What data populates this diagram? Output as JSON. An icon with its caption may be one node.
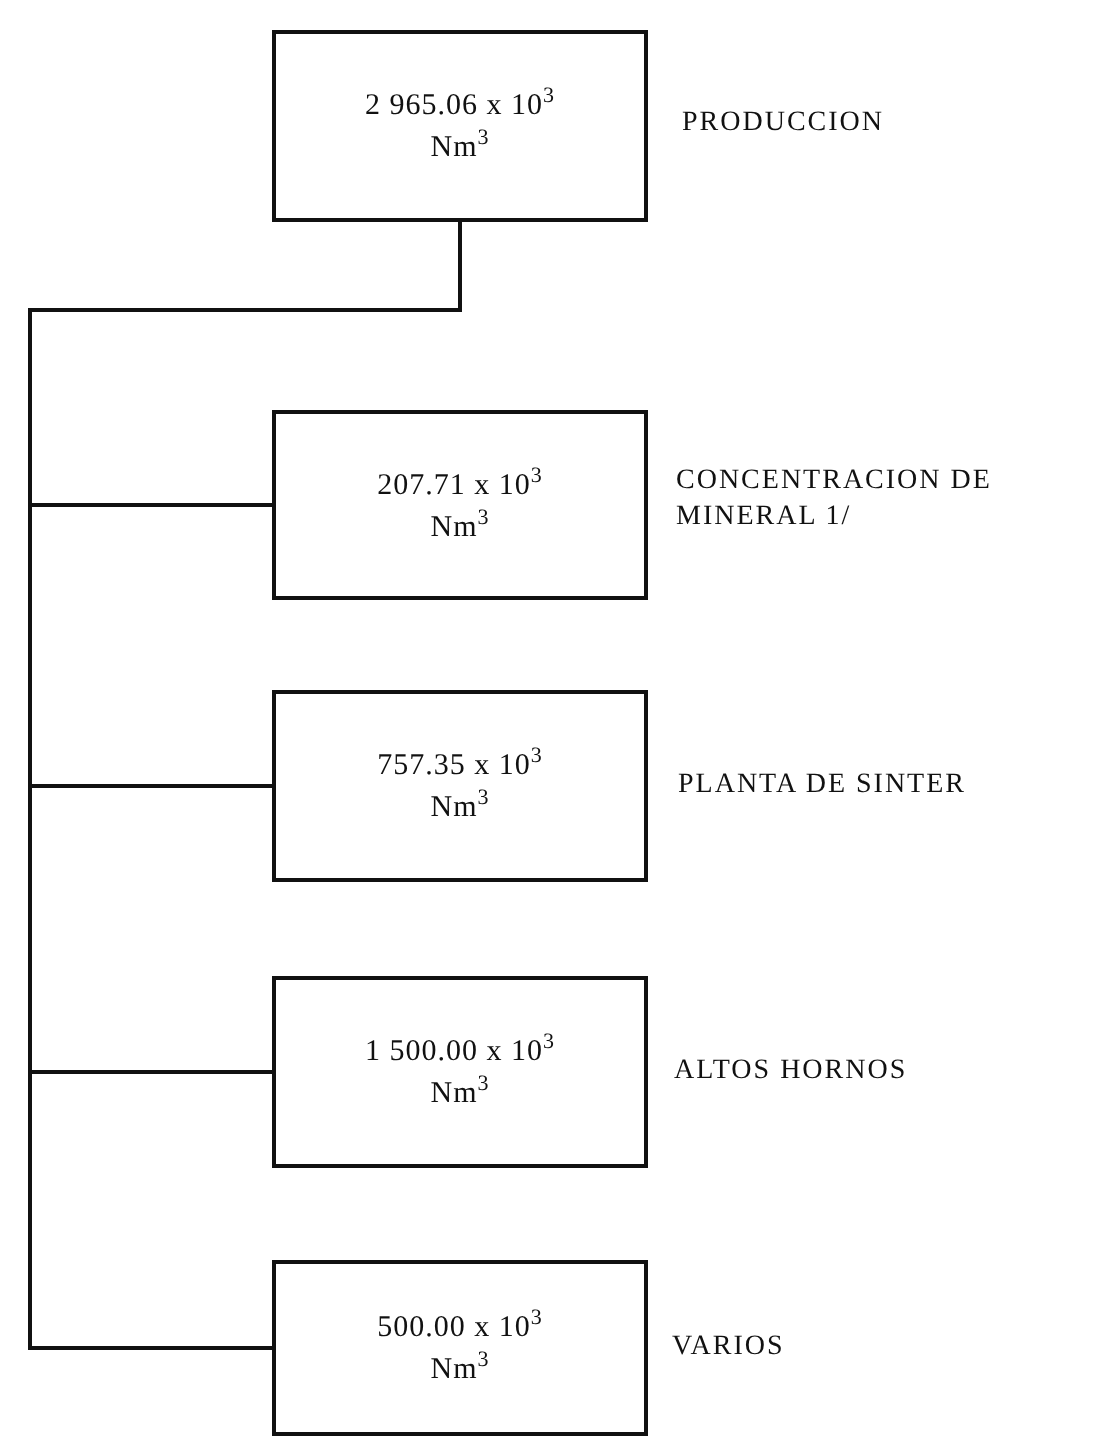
{
  "diagram": {
    "nodes": [
      {
        "text": [
          "2 965.06 x 10$^{3}$ Nm$^{3}$"
        ],
        "beside": [
          "PRODUCCION"
        ]
      },
      {
        "text": [
          "207.71 x 10$^{3}$ Nm$^{3}$"
        ],
        "beside": [
          "CONCENTRACION DE MINERAL 1/"
        ]
      },
      {
        "text": [
          "757.35 x 10$^{3}$ Nm$^{3}$"
        ],
        "beside": [
          "PLANTA DE SINTER"
        ]
      },
      {
        "text": [
          "1 500.00 x 10$^{3}$ Nm$^{3}$"
        ],
        "beside": [
          "ALTOS HORNOS"
        ]
      },
      {
        "text": [
          "500.00 x 10$^{3}$ Nm$^{3}$"
        ],
        "beside": [
          "VARIOS"
        ]
      }
    ],
    "edges": [
      {
        "from": 0,
        "to": 1,
        "arrow": "none"
      },
      {
        "from": 0,
        "to": 2,
        "arrow": "none"
      },
      {
        "from": 0,
        "to": 3,
        "arrow": "none"
      },
      {
        "from": 0,
        "to": 4,
        "arrow": "none"
      }
    ]
  }
}
